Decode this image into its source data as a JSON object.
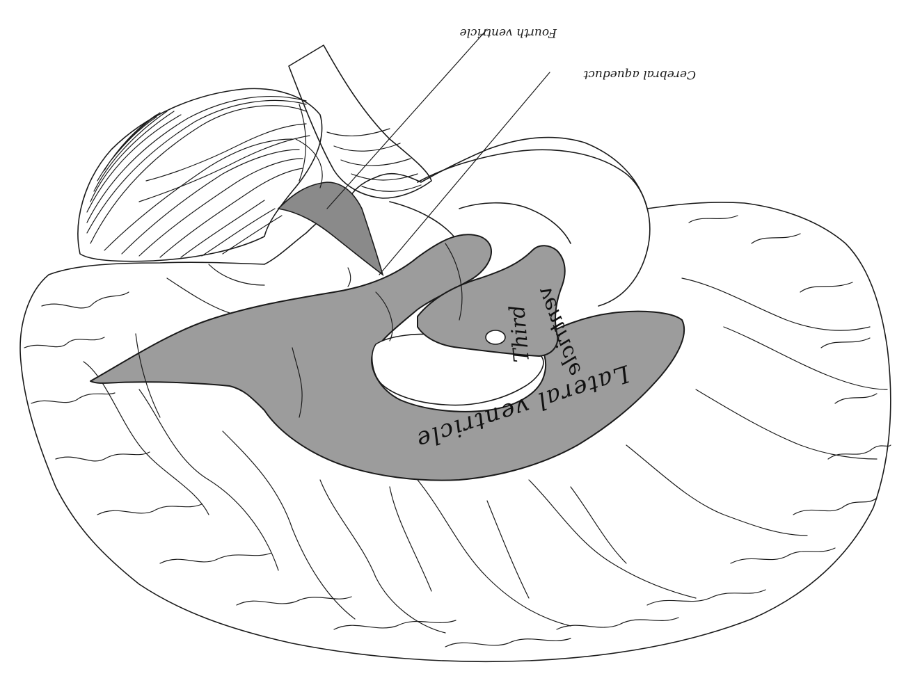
{
  "labels": {
    "fourth_ventricle": "Fourth ventricle",
    "cerebral_aqueduct": "Cerebral aqueduct",
    "third_ventricle_line1": "Third",
    "third_ventricle_line2": "ventricle",
    "lateral_ventricle": "Lateral ventricle"
  },
  "colors": {
    "ink": "#1a1a1a",
    "ventricle_fill": "#9c9c9c",
    "background": "#ffffff"
  },
  "orientation": "rotated 180 degrees (upside down)"
}
